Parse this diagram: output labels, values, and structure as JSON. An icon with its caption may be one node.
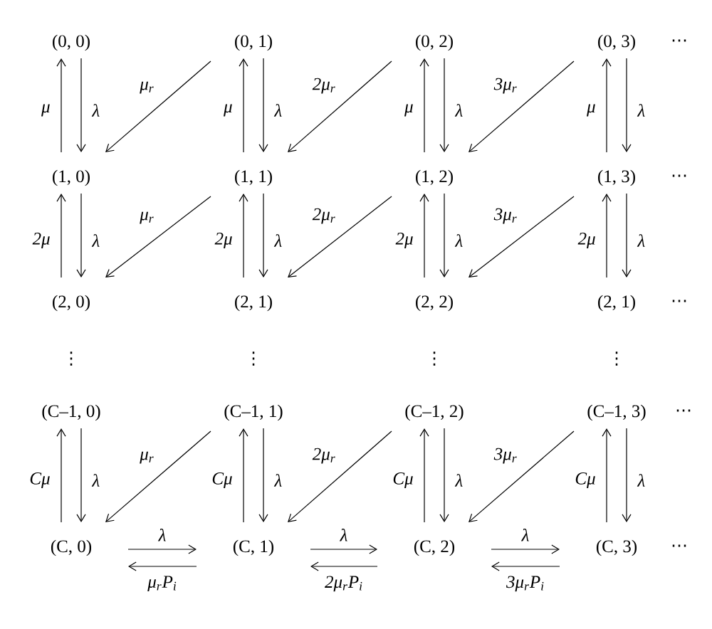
{
  "diagram": {
    "nodes": [
      {
        "text": [
          "(0, 0)"
        ]
      },
      {
        "text": [
          "(0, 1)"
        ]
      },
      {
        "text": [
          "(0, 2)"
        ]
      },
      {
        "text": [
          "(0, 3)"
        ]
      },
      {
        "text": [
          "(1, 0)"
        ]
      },
      {
        "text": [
          "(1, 1)"
        ]
      },
      {
        "text": [
          "(1, 2)"
        ]
      },
      {
        "text": [
          "(1, 3)"
        ]
      },
      {
        "text": [
          "(2, 0)"
        ]
      },
      {
        "text": [
          "(2, 1)"
        ]
      },
      {
        "text": [
          "(2, 2)"
        ]
      },
      {
        "text": [
          "(2, 1)"
        ]
      },
      {
        "text": [
          "(C–1, 0)"
        ]
      },
      {
        "text": [
          "(C–1, 1)"
        ]
      },
      {
        "text": [
          "(C–1, 2)"
        ]
      },
      {
        "text": [
          "(C–1, 3)"
        ]
      },
      {
        "text": [
          "(C, 0)"
        ]
      },
      {
        "text": [
          "(C, 1)"
        ]
      },
      {
        "text": [
          "(C, 2)"
        ]
      },
      {
        "text": [
          "(C, 3)"
        ]
      }
    ],
    "edges": [
      {
        "from": 4,
        "to": 0,
        "arrow": "to",
        "label": "μ"
      },
      {
        "from": 0,
        "to": 4,
        "arrow": "to",
        "label": "λ"
      },
      {
        "from": 1,
        "to": 4,
        "arrow": "to",
        "label": "μ$_{r}$"
      },
      {
        "from": 5,
        "to": 1,
        "arrow": "to",
        "label": "μ"
      },
      {
        "from": 1,
        "to": 5,
        "arrow": "to",
        "label": "λ"
      },
      {
        "from": 2,
        "to": 5,
        "arrow": "to",
        "label": "2μ$_{r}$"
      },
      {
        "from": 6,
        "to": 2,
        "arrow": "to",
        "label": "μ"
      },
      {
        "from": 2,
        "to": 6,
        "arrow": "to",
        "label": "λ"
      },
      {
        "from": 3,
        "to": 6,
        "arrow": "to",
        "label": "3μ$_{r}$"
      },
      {
        "from": 7,
        "to": 3,
        "arrow": "to",
        "label": "μ"
      },
      {
        "from": 3,
        "to": 7,
        "arrow": "to",
        "label": "λ"
      },
      {
        "from": 8,
        "to": 4,
        "arrow": "to",
        "label": "2μ"
      },
      {
        "from": 4,
        "to": 8,
        "arrow": "to",
        "label": "λ"
      },
      {
        "from": 5,
        "to": 8,
        "arrow": "to",
        "label": "μ$_{r}$"
      },
      {
        "from": 9,
        "to": 5,
        "arrow": "to",
        "label": "2μ"
      },
      {
        "from": 5,
        "to": 9,
        "arrow": "to",
        "label": "λ"
      },
      {
        "from": 6,
        "to": 9,
        "arrow": "to",
        "label": "2μ$_{r}$"
      },
      {
        "from": 10,
        "to": 6,
        "arrow": "to",
        "label": "2μ"
      },
      {
        "from": 6,
        "to": 10,
        "arrow": "to",
        "label": "λ"
      },
      {
        "from": 7,
        "to": 10,
        "arrow": "to",
        "label": "3μ$_{r}$"
      },
      {
        "from": 11,
        "to": 7,
        "arrow": "to",
        "label": "2μ"
      },
      {
        "from": 7,
        "to": 11,
        "arrow": "to",
        "label": "λ"
      },
      {
        "from": 16,
        "to": 12,
        "arrow": "to",
        "label": "Cμ"
      },
      {
        "from": 12,
        "to": 16,
        "arrow": "to",
        "label": "λ"
      },
      {
        "from": 13,
        "to": 16,
        "arrow": "to",
        "label": "μ$_{r}$"
      },
      {
        "from": 17,
        "to": 13,
        "arrow": "to",
        "label": "Cμ"
      },
      {
        "from": 13,
        "to": 17,
        "arrow": "to",
        "label": "λ"
      },
      {
        "from": 14,
        "to": 17,
        "arrow": "to",
        "label": "2μ$_{r}$"
      },
      {
        "from": 18,
        "to": 14,
        "arrow": "to",
        "label": "Cμ"
      },
      {
        "from": 14,
        "to": 18,
        "arrow": "to",
        "label": "λ"
      },
      {
        "from": 15,
        "to": 18,
        "arrow": "to",
        "label": "3μ$_{r}$"
      },
      {
        "from": 19,
        "to": 15,
        "arrow": "to",
        "label": "Cμ"
      },
      {
        "from": 15,
        "to": 19,
        "arrow": "to",
        "label": "λ"
      },
      {
        "from": 16,
        "to": 17,
        "arrow": "to",
        "label": "λ"
      },
      {
        "from": 17,
        "to": 16,
        "arrow": "to",
        "label": "μ$_{r}$P$_{i}$"
      },
      {
        "from": 17,
        "to": 18,
        "arrow": "to",
        "label": "λ"
      },
      {
        "from": 18,
        "to": 17,
        "arrow": "to",
        "label": "2μ$_{r}$P$_{i}$"
      },
      {
        "from": 18,
        "to": 19,
        "arrow": "to",
        "label": "λ"
      },
      {
        "from": 19,
        "to": 18,
        "arrow": "to",
        "label": "3μ$_{r}$P$_{i}$"
      }
    ],
    "labels": [
      "⋯",
      "⋯",
      "⋯",
      "⋮",
      "⋮",
      "⋮",
      "⋮",
      "⋯",
      "⋯"
    ]
  }
}
